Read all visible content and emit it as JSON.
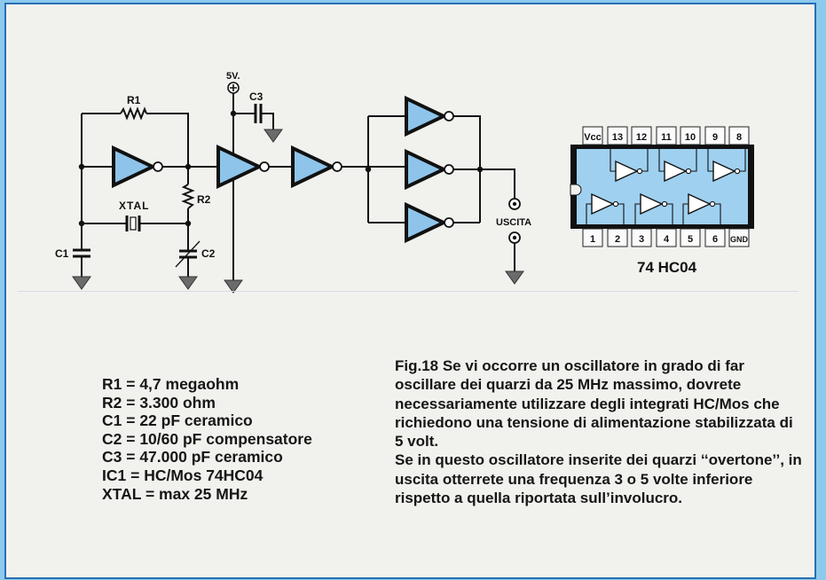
{
  "schematic": {
    "labels": {
      "r1": "R1",
      "r2": "R2",
      "xtal": "XTAL",
      "c1": "C1",
      "c2": "C2",
      "c3": "C3",
      "supply": "5V.",
      "output": "USCITA"
    },
    "colors": {
      "gate_fill": "#8ec4ea",
      "ground_fill": "#6b6b6b"
    }
  },
  "ic": {
    "name": "74 HC04",
    "top_pins": [
      "Vcc",
      "13",
      "12",
      "11",
      "10",
      "9",
      "8"
    ],
    "bottom_pins": [
      "1",
      "2",
      "3",
      "4",
      "5",
      "6",
      "GND"
    ]
  },
  "components": [
    {
      "ref": "R1",
      "sep": " = ",
      "value": "4,7 megaohm"
    },
    {
      "ref": "R2",
      "sep": " = ",
      "value": "3.300 ohm"
    },
    {
      "ref": "C1",
      "sep": " = ",
      "value": "22 pF ceramico"
    },
    {
      "ref": "C2",
      "sep": " = ",
      "value": "10/60 pF compensatore"
    },
    {
      "ref": "C3",
      "sep": " = ",
      "value": "47.000 pF ceramico"
    },
    {
      "ref": "IC1",
      "sep": " = ",
      "value": "HC/Mos 74HC04"
    },
    {
      "ref": "XTAL",
      "sep": " = ",
      "value": "max 25 MHz"
    }
  ],
  "caption": {
    "p1": "Fig.18 Se vi occorre un oscillatore in grado di far oscillare dei quarzi da 25 MHz massimo, dovrete necessariamente utilizzare degli integrati HC/Mos che richiedono una tensione di alimentazione stabilizzata di 5 volt.",
    "p2": "Se in questo oscillatore inserite dei quarzi ‘‘overtone’’, in uscita otterrete una frequenza 3 o 5 volte inferiore rispetto a quella riportata sull’involucro."
  }
}
